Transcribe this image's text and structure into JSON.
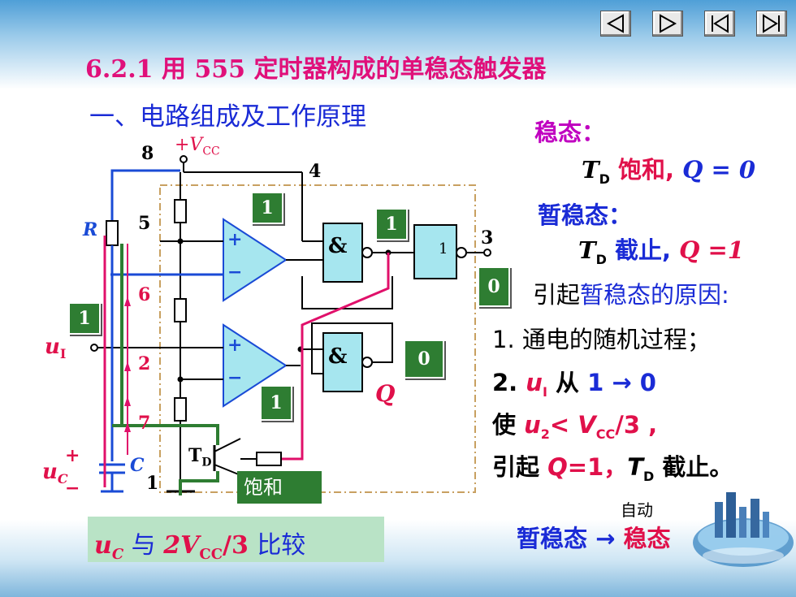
{
  "nav": {
    "prev_icon": "prev-icon",
    "next_icon": "next-icon",
    "first_icon": "first-icon",
    "last_icon": "last-icon"
  },
  "title": "6.2.1 用 555 定时器构成的单稳态触发器",
  "subtitle": "一、电路组成及工作原理",
  "circuit": {
    "vcc_label": "+V",
    "vcc_sub": "CC",
    "pin8": "8",
    "pin4": "4",
    "pin5": "5",
    "pin6": "6",
    "pin2": "2",
    "pin7": "7",
    "pin1": "1",
    "pin3": "3",
    "r_label": "R",
    "c_label": "C",
    "u1_label": "u",
    "u1_sub": "I",
    "uc_label": "u",
    "uc_sub": "C",
    "uc_plus": "+",
    "uc_minus": "−",
    "and_symbol": "&",
    "not_symbol": "1",
    "q_label": "Q",
    "td_label": "T",
    "td_sub": "D",
    "box_values": [
      "1",
      "1",
      "1",
      "0",
      "0",
      "1"
    ],
    "saturate_tag": "饱和",
    "comp_plus": "+",
    "comp_minus": "−"
  },
  "right_panel": {
    "steady_title": "稳态：",
    "steady_td": "T",
    "steady_td_sub": "D",
    "steady_text": " 饱和, ",
    "steady_q": "Q = 0",
    "temp_title": "暂稳态：",
    "temp_td": "T",
    "temp_td_sub": "D",
    "temp_text": " 截止, ",
    "temp_q": "Q =1",
    "cause_prefix": "引起",
    "cause_highlight": "暂稳态的原因:",
    "item1": "1. 通电的随机过程；",
    "item2_a": "2. ",
    "item2_u": "u",
    "item2_u_sub": "I",
    "item2_b": " 从 ",
    "item2_c": "1 → 0",
    "item3_a": "使 ",
    "item3_u": "u",
    "item3_u_sub": "2",
    "item3_b": "< V",
    "item3_b_sub": "CC",
    "item3_c": "/3 ,",
    "item4_a": "引起 ",
    "item4_q": "Q",
    "item4_b": "=1，",
    "item4_td": "T",
    "item4_td_sub": "D",
    "item4_c": " 截止。",
    "auto_label": "自动",
    "transition_a": "暂稳态 → ",
    "transition_b": "稳态"
  },
  "bottom_note": {
    "u": "u",
    "u_sub": "C",
    "text_a": " 与 ",
    "v": "2V",
    "v_sub": "CC",
    "text_b": "/3 ",
    "text_c": "比较"
  }
}
